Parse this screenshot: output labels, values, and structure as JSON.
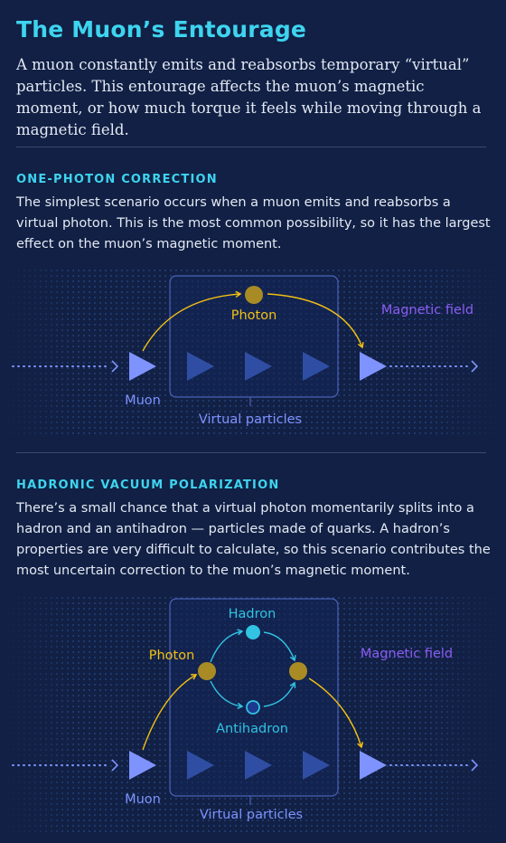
{
  "title": "The Muon’s Entourage",
  "intro": "A muon constantly emits and reabsorbs temporary “virtual” particles. This entourage affects the muon’s magnetic moment, or how much torque it feels while moving through a magnetic field.",
  "section1": {
    "heading": "ONE-PHOTON CORRECTION",
    "body": "The simplest scenario occurs when a muon emits and reabsorbs a virtual photon. This is the most common possibility, so it has the largest effect on the muon’s magnetic moment.",
    "labels": {
      "photon": "Photon",
      "magnetic_field": "Magnetic field",
      "muon": "Muon",
      "virtual_particles": "Virtual particles"
    }
  },
  "section2": {
    "heading": "HADRONIC VACUUM POLARIZATION",
    "body": "There’s a small chance that a virtual photon momentarily splits into a hadron and an antihadron — particles made of quarks. A hadron’s properties are very difficult to calculate, so this scenario contributes the most uncertain correction to the muon’s magnetic moment.",
    "labels": {
      "hadron": "Hadron",
      "photon": "Photon",
      "antihadron": "Antihadron",
      "magnetic_field": "Magnetic field",
      "muon": "Muon",
      "virtual_particles": "Virtual particles"
    }
  },
  "colors": {
    "background": "#112044",
    "title": "#3ed4ef",
    "muon": "#7f93ff",
    "virtual": "#2f4ea3",
    "photon": "#a88b25",
    "photon_path": "#f2c014",
    "hadron": "#32c3e2",
    "field": "#8b5cf2",
    "box": "#4a62b8"
  }
}
